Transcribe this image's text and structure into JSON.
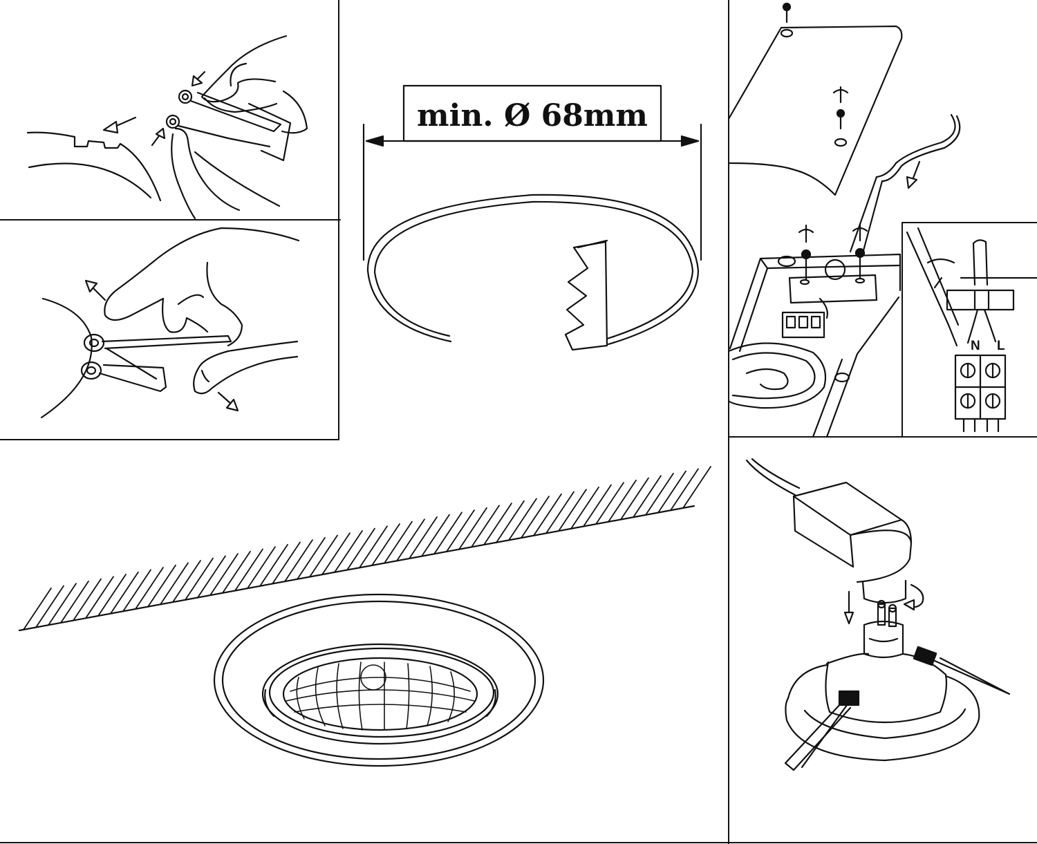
{
  "diagram": {
    "dimension_label": "min. Ø 68mm",
    "terminal_labels": {
      "neutral": "N",
      "live": "L"
    },
    "line_color": "#111111",
    "background_color": "#ffffff",
    "panels": [
      {
        "name": "panel-spring-compress",
        "icon": "hand-squeezing-spring-clip"
      },
      {
        "name": "panel-spring-open",
        "icon": "hand-opening-spring-clip"
      },
      {
        "name": "panel-cutout-dimension",
        "icon": "ceiling-cutout-circle"
      },
      {
        "name": "panel-junction-box",
        "icon": "junction-box-with-screws"
      },
      {
        "name": "panel-terminal-detail",
        "icon": "terminal-block-n-l"
      },
      {
        "name": "panel-lamp-connect",
        "icon": "gu10-lamp-and-socket"
      },
      {
        "name": "panel-installed-light",
        "icon": "installed-downlight-in-ceiling"
      }
    ]
  }
}
